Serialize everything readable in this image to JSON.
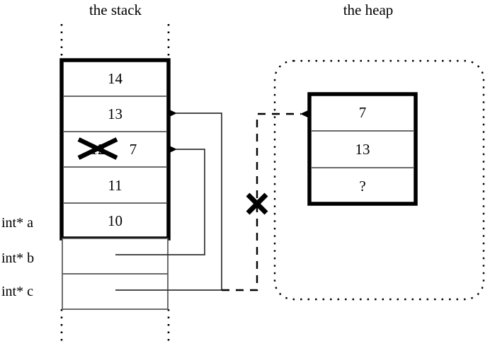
{
  "diagram": {
    "kind": "memory-layout-diagram",
    "regions": {
      "stack": {
        "title": "the stack"
      },
      "heap": {
        "title": "the heap"
      }
    }
  },
  "stack": {
    "title": "the stack",
    "array_cells": [
      {
        "value": "14",
        "struck": false
      },
      {
        "value": "13",
        "struck": false
      },
      {
        "value": "12",
        "struck": true,
        "replacement": "7"
      },
      {
        "value": "11",
        "struck": false
      },
      {
        "value": "10",
        "struck": false
      }
    ],
    "struck_old_value": "12",
    "new_value": "7",
    "pointer_vars": [
      {
        "label": "int* a",
        "value": ""
      },
      {
        "label": "int* b",
        "value": ""
      },
      {
        "label": "int* c",
        "value": ""
      }
    ]
  },
  "heap": {
    "title": "the heap",
    "cells": [
      {
        "value": "7"
      },
      {
        "value": "13"
      },
      {
        "value": "?"
      }
    ]
  },
  "annotations": {
    "invalidated_pointer_mark": "X",
    "struck_value_mark": "X"
  },
  "colors": {
    "stroke": "#000000",
    "background": "#ffffff",
    "thin_rule": "#555555"
  }
}
